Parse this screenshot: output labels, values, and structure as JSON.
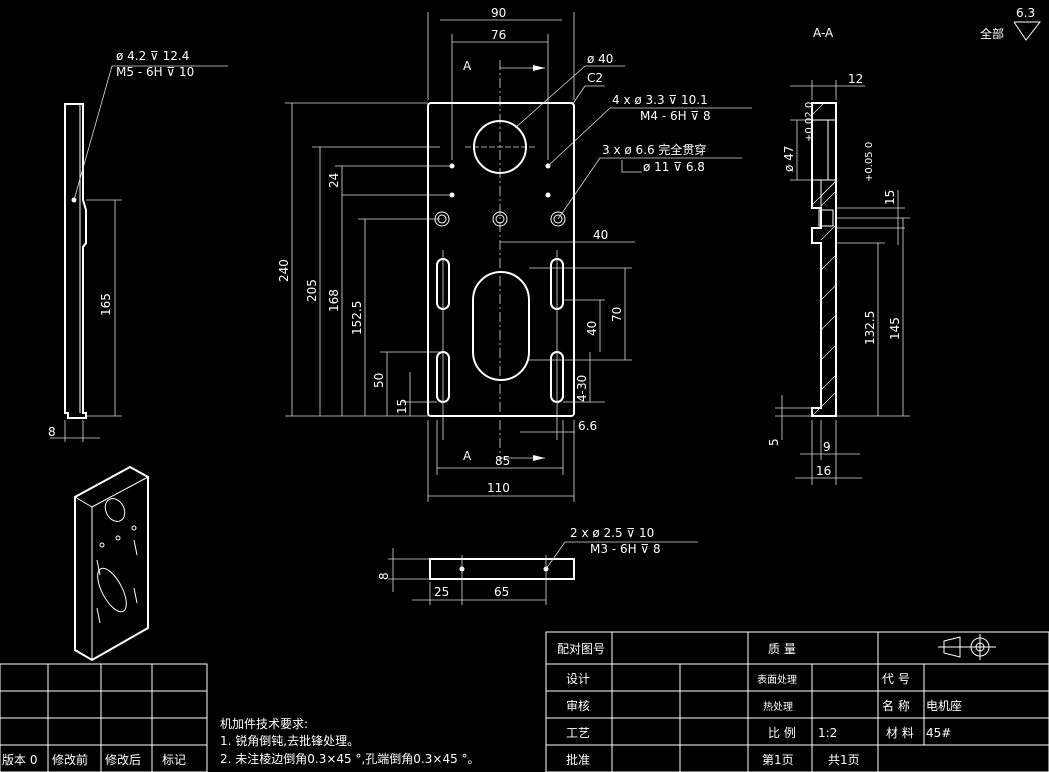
{
  "roughness": {
    "value": "6.3",
    "label": "全部"
  },
  "section_label": "A-A",
  "front_view": {
    "dims_top": [
      "90",
      "76"
    ],
    "section_marker": "A",
    "hole_big": "ø 40",
    "chamfer": "C2",
    "callout1": {
      "line1": "4 x  ø  3.3  ⊽ 10.1",
      "line2": "M4 - 6H   ⊽ 8"
    },
    "callout2": {
      "line1": "3 x  ø  6.6 完全贯穿",
      "line2": "ø  11  ⊽ 6.8"
    },
    "dims_left": [
      "240",
      "205",
      "168",
      "152.5",
      "24",
      "50",
      "15"
    ],
    "dims_right": [
      "40",
      "70",
      "40",
      "4-30"
    ],
    "dim_6_6": "6.6",
    "dims_bottom": [
      "85",
      "110"
    ]
  },
  "left_view": {
    "callout": {
      "line1": "ø  4.2  ⊽ 12.4",
      "line2": "M5 - 6H   ⊽ 10"
    },
    "dim_height": "165",
    "dim_width": "8"
  },
  "section_view": {
    "dim_top": "12",
    "dim_dia": "ø 47",
    "tol_dia": "+0.02 0",
    "dim_15": "15",
    "tol_15": "+0.05 0",
    "dim_132": "132.5",
    "dim_145": "145",
    "dim_5": "5",
    "dim_9": "9",
    "dim_16": "16"
  },
  "bottom_view": {
    "callout": {
      "line1": "2 x  ø  2.5  ⊽ 10",
      "line2": "M3 - 6H   ⊽ 8"
    },
    "dim_8": "8",
    "dim_25": "25",
    "dim_65": "65"
  },
  "revision_table": {
    "labels": [
      "版本 0",
      "修改前",
      "修改后",
      "标记"
    ]
  },
  "notes": {
    "title": "机加件技术要求:",
    "line1": "1. 锐角倒钝,去批锋处理。",
    "line2": "2. 未注棱边倒角0.3×45  °,孔端倒角0.3×45  °。"
  },
  "title_block": {
    "rows": [
      "配对图号",
      "设计",
      "审核",
      "工艺",
      "批准"
    ],
    "quality": "质 量",
    "surface": "表面处理",
    "heat": "热处理",
    "scale_label": "比 例",
    "scale_value": "1:2",
    "page": "第1页",
    "total": "共1页",
    "code_label": "代 号",
    "name_label": "名 称",
    "name_value": "电机座",
    "material_label": "材 料",
    "material_value": "45#"
  }
}
